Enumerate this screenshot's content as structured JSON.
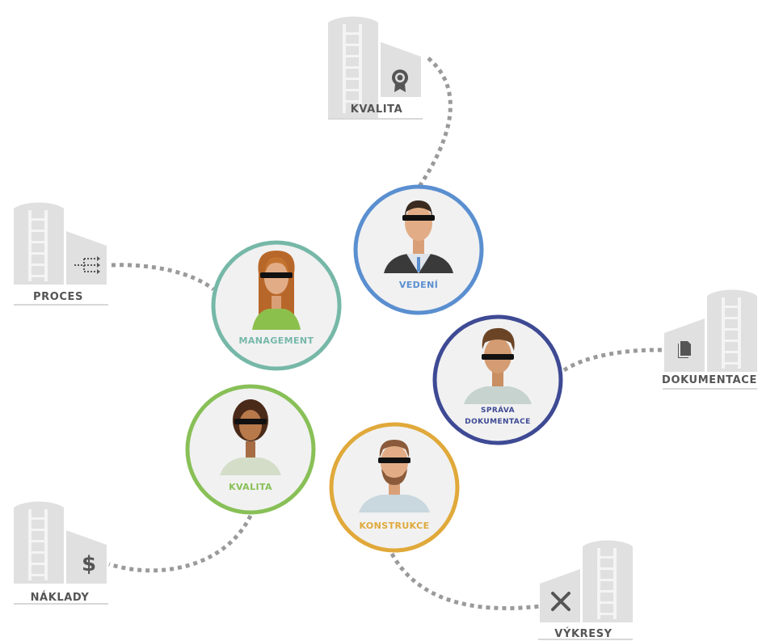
{
  "colors": {
    "background": "#ffffff",
    "silo": "#e0e0e0",
    "silo_ladder": "#f4f4f4",
    "silo_icon": "#555555",
    "connector": "#9a9a9a",
    "circle_fill": "#f1f1f1",
    "skin": "#dca57b",
    "eye_bar": "#111111"
  },
  "silos": [
    {
      "id": "kvalita",
      "label": "KVALITA",
      "icon": "award-icon"
    },
    {
      "id": "proces",
      "label": "PROCES",
      "icon": "process-flow-icon"
    },
    {
      "id": "dokumentace",
      "label": "DOKUMENTACE",
      "icon": "documents-icon"
    },
    {
      "id": "naklady",
      "label": "NÁKLADY",
      "icon": "dollar-icon"
    },
    {
      "id": "vykresy",
      "label": "VÝKRESY",
      "icon": "ruler-pencil-icon"
    }
  ],
  "roles": [
    {
      "id": "vedeni",
      "lines": [
        "VEDENÍ"
      ],
      "color": "#5a8fd0"
    },
    {
      "id": "management",
      "lines": [
        "MANAGEMENT"
      ],
      "color": "#76b8a8"
    },
    {
      "id": "sprava",
      "lines": [
        "SPRÁVA",
        "DOKUMENTACE"
      ],
      "color": "#3e4a94"
    },
    {
      "id": "kvalita-role",
      "lines": [
        "KVALITA"
      ],
      "color": "#88c057"
    },
    {
      "id": "konstrukce",
      "lines": [
        "KONSTRUKCE"
      ],
      "color": "#e0a93a"
    }
  ]
}
